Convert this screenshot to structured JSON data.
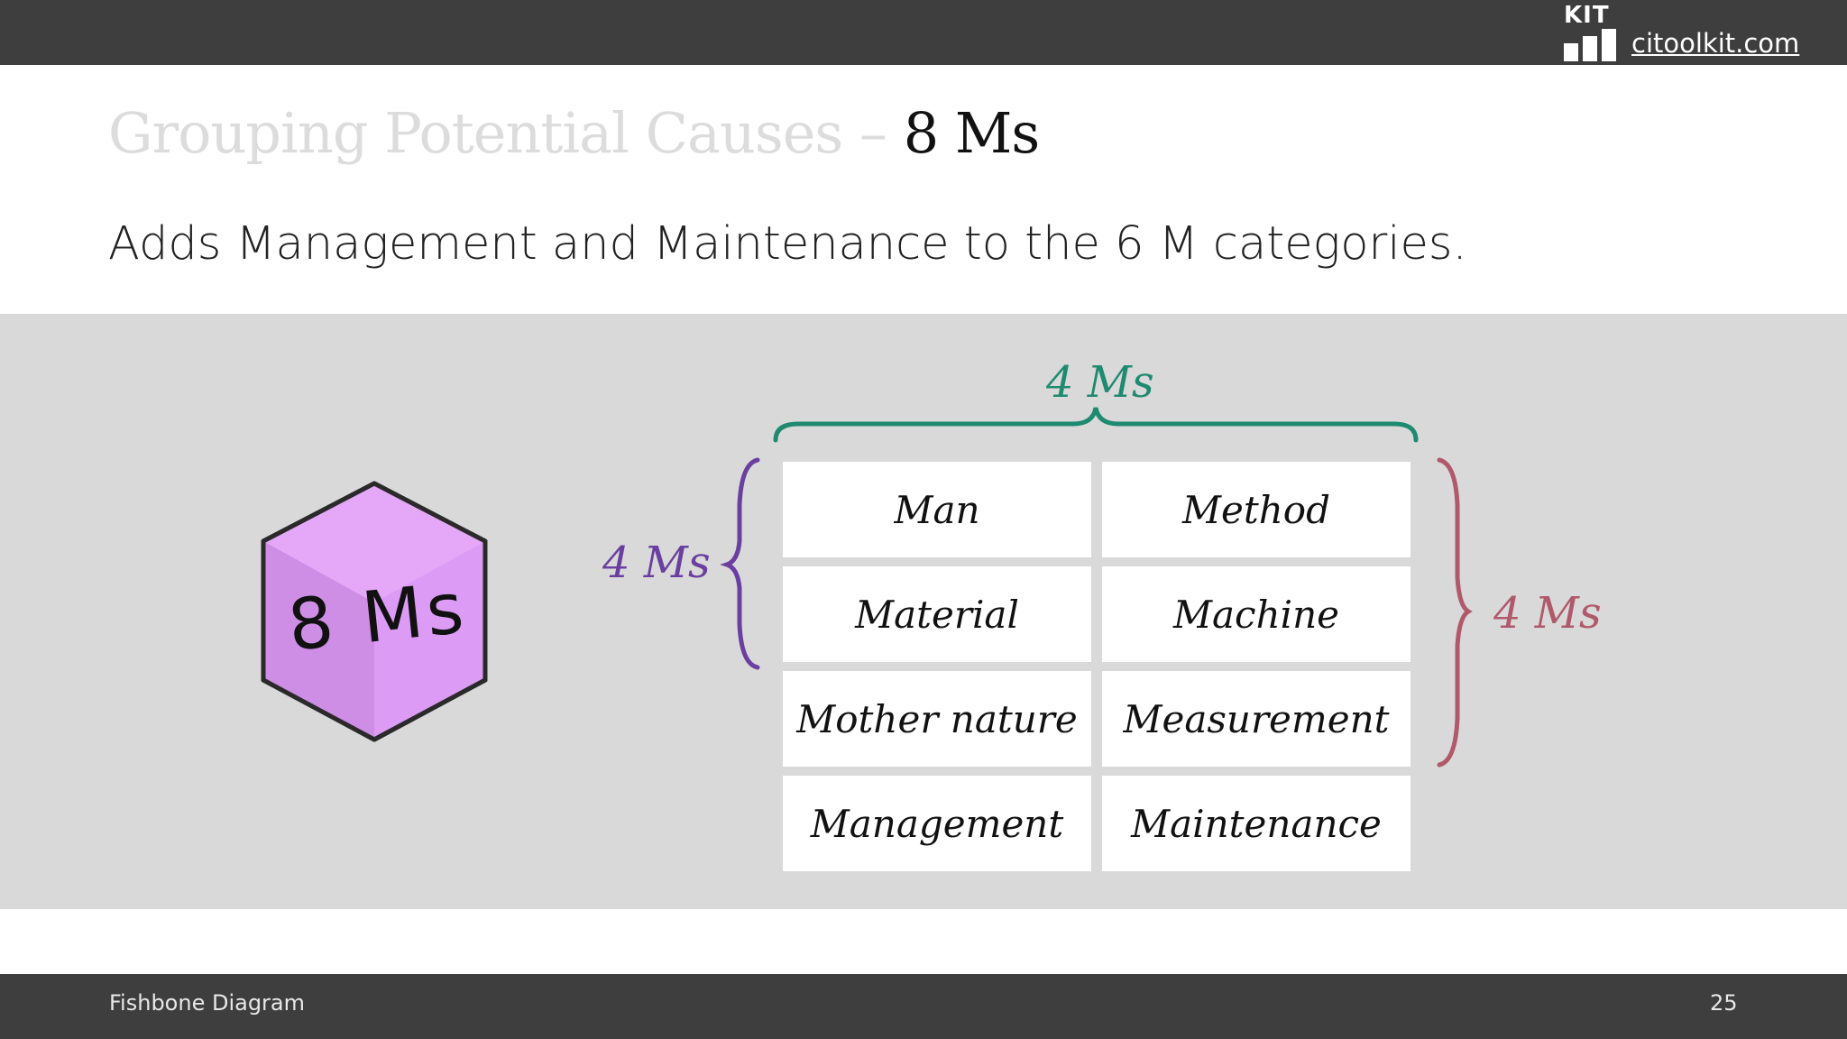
{
  "header": {
    "logo_text": "KIT",
    "site_link": "citoolkit.com"
  },
  "slide": {
    "title_muted": "Grouping Potential Causes",
    "title_dash": "–",
    "title_strong": "8 Ms",
    "subtitle": "Adds Management and Maintenance to the 6 M categories."
  },
  "diagram": {
    "cube_label": "8 Ms",
    "cells": [
      [
        "Man",
        "Method"
      ],
      [
        "Material",
        "Machine"
      ],
      [
        "Mother nature",
        "Measurement"
      ],
      [
        "Management",
        "Maintenance"
      ]
    ],
    "brace_top_label": "4 Ms",
    "brace_left_label": "4 Ms",
    "brace_right_label": "4 Ms",
    "colors": {
      "top_brace": "#1f8a70",
      "left_brace": "#6a3fa0",
      "right_brace": "#b0596a",
      "cube_fill": "#dc9cf5"
    }
  },
  "footer": {
    "title": "Fishbone Diagram",
    "page_number": "25"
  }
}
